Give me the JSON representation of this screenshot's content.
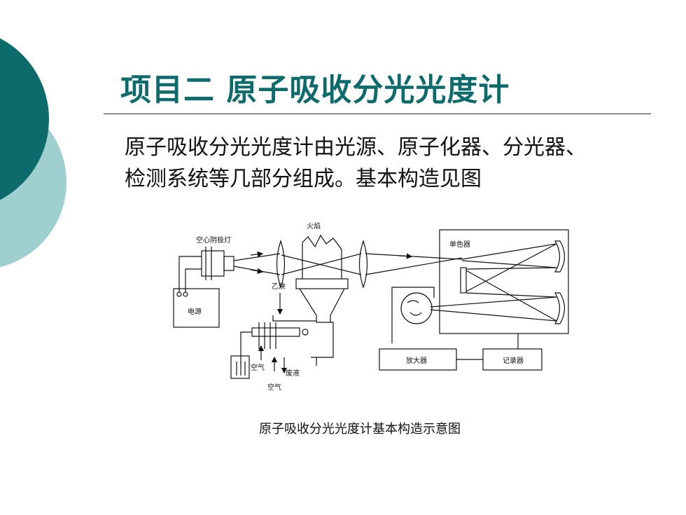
{
  "slide": {
    "title": "项目二 原子吸收分光光度计",
    "body_lines": [
      "原子吸收分光光度计由光源、原子化器、分光器、",
      "检测系统等几部分组成。基本构造见图"
    ],
    "caption": "原子吸收分光光度计基本构造示意图"
  },
  "diagram": {
    "labels": {
      "lamp": "空心阴极灯",
      "flame": "火焰",
      "monochromator": "单色器",
      "acetylene": "乙炔",
      "power": "电源",
      "air1": "空气",
      "waste": "废液",
      "air2": "空气",
      "amplifier": "放大器",
      "recorder": "记录器"
    }
  },
  "colors": {
    "title": "#0e6b6b",
    "deco_dark": "#0e6b6b",
    "deco_light": "#9fcfcf"
  }
}
